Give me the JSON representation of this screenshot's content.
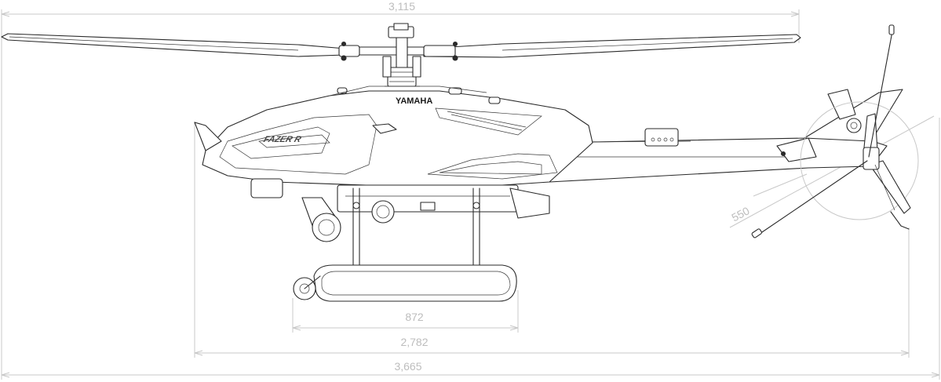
{
  "title": "",
  "brand": {
    "manufacturer": "YAMAHA",
    "model_script": "FAZER R"
  },
  "dimensions": {
    "rotor_diameter": "3,115",
    "overall_length": "3,665",
    "fuselage_length": "2,782",
    "skid_width": "872",
    "tail_rotor_diameter": "550"
  },
  "colors": {
    "line": "#2a2a2a",
    "dimension": "#c8c8c8",
    "dimension_text": "#bdbdbd",
    "background": "#ffffff"
  }
}
